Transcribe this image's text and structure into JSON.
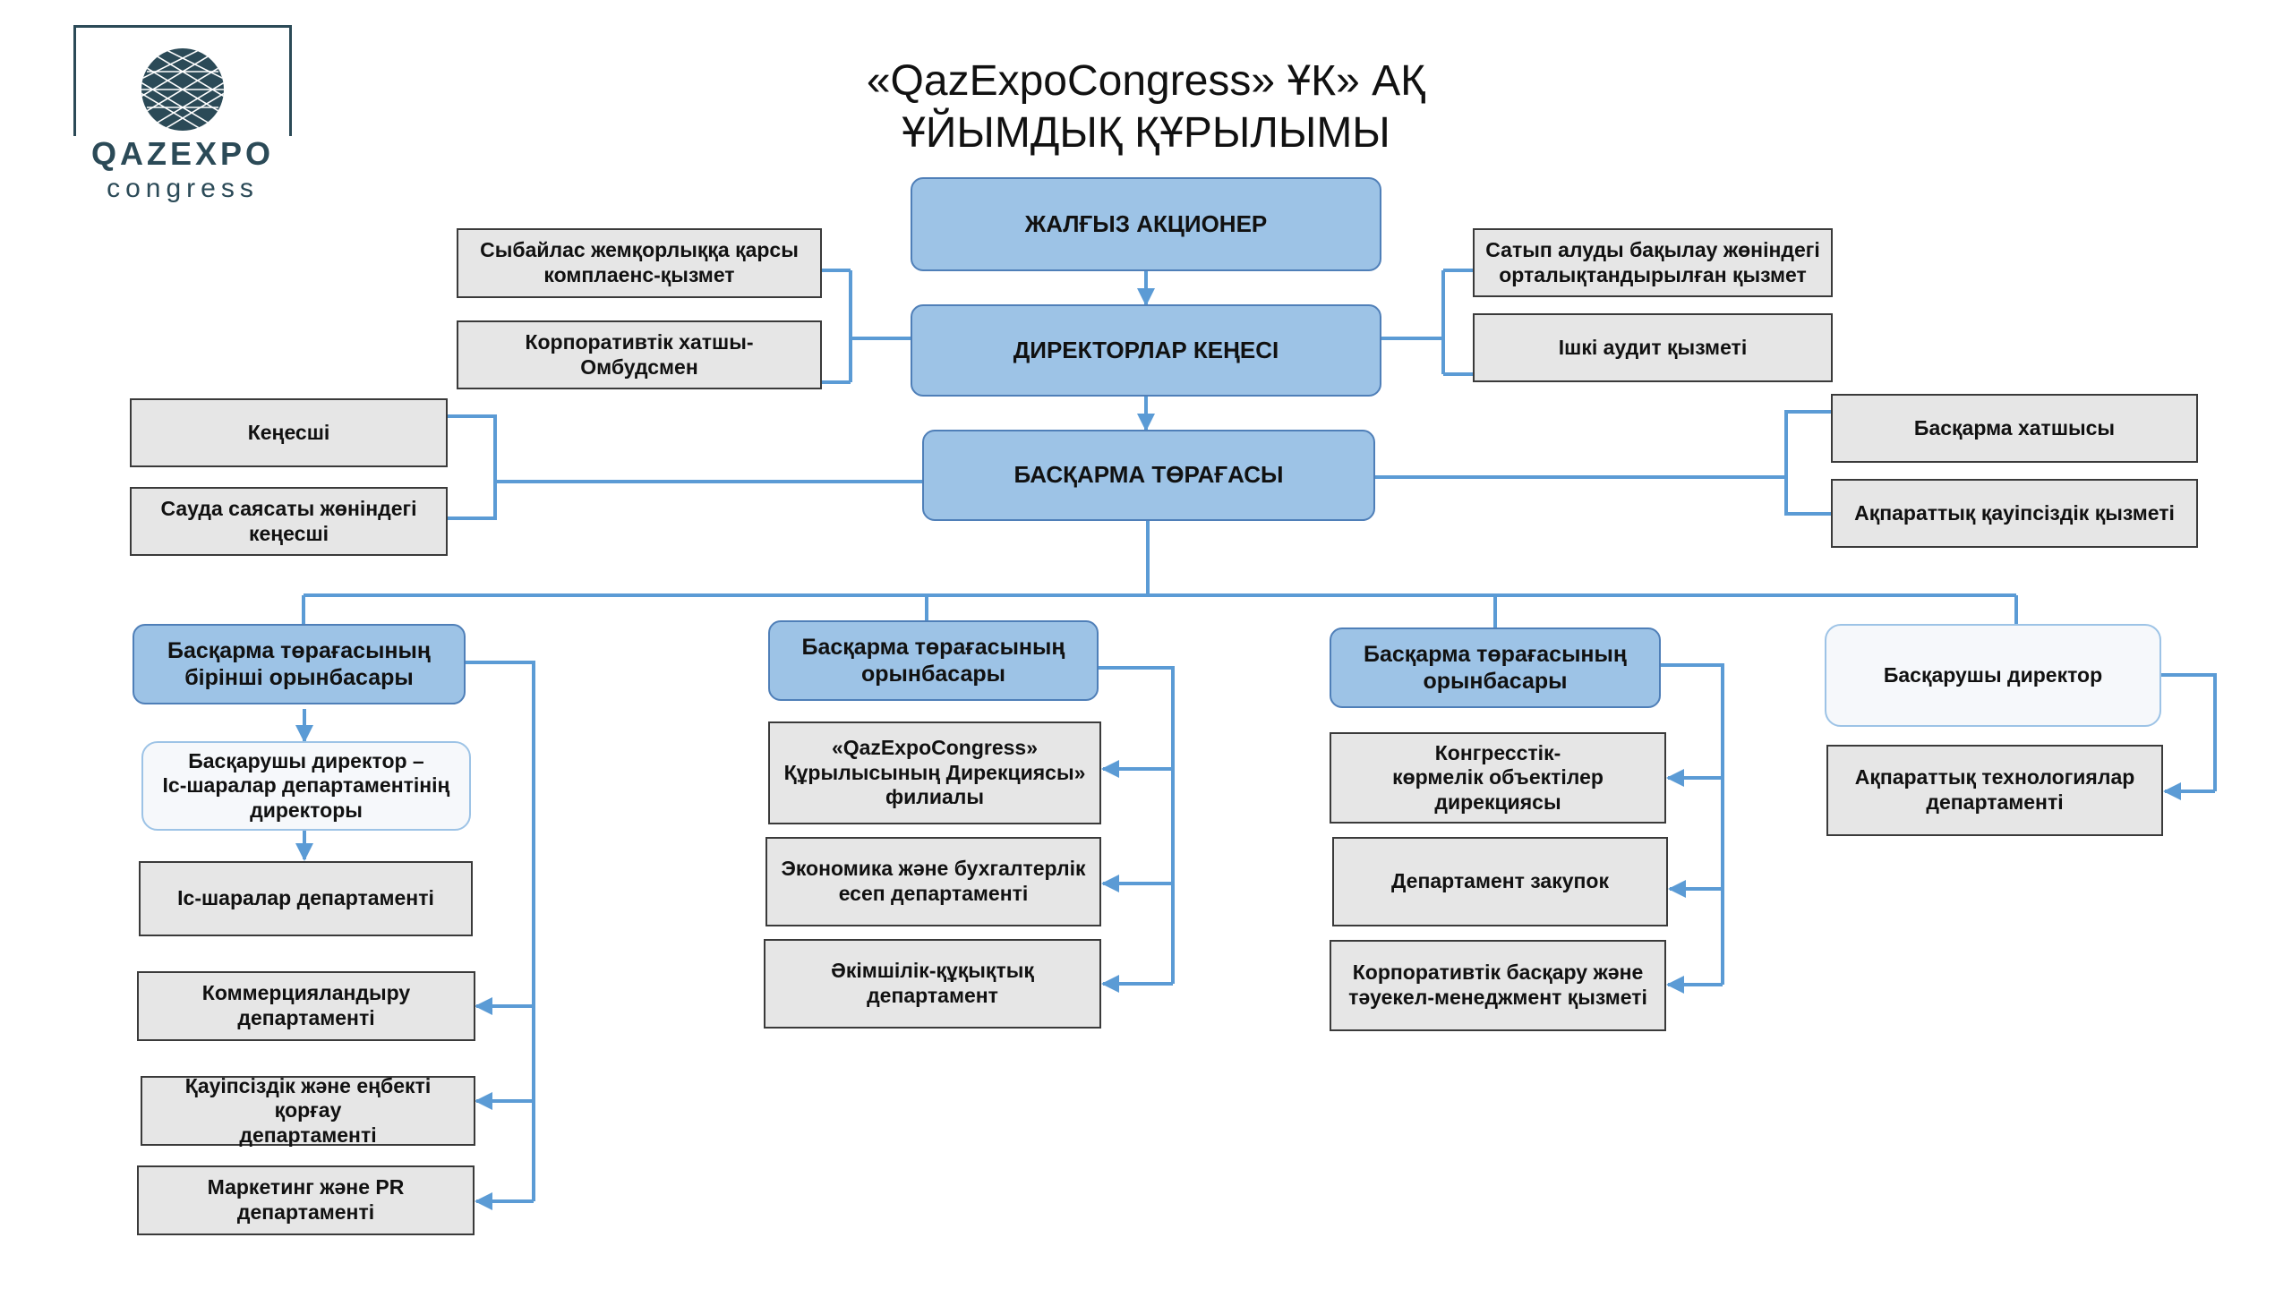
{
  "title": "«QazExpoCongress» ҰК» АҚ\nҰЙЫМДЫҚ ҚҰРЫЛЫМЫ",
  "logo": {
    "word": "QAZEXPO",
    "sub": "congress",
    "colors": {
      "brand": "#2b4a57"
    }
  },
  "colors": {
    "connector": "#5b9bd5",
    "blue_box": "#9dc3e6",
    "gray_box": "#e6e6e6"
  },
  "nodes": {
    "shareholder": "ЖАЛҒЫЗ АКЦИОНЕР",
    "board": "ДИРЕКТОРЛАР КЕҢЕСІ",
    "chairman": "БАСҚАРМА ТӨРАҒАСЫ",
    "compliance": "Сыбайлас жемқорлыққа қарсы\nкомплаенс-қызмет",
    "corp_secretary": "Корпоративтік хатшы- Омбудсмен",
    "procurement_control": "Сатып алуды бақылау жөніндегі\nорталықтандырылған қызмет",
    "internal_audit": "Ішкі аудит қызметі",
    "advisor": "Кеңесші",
    "trade_advisor": "Сауда саясаты жөніндегі\nкеңесші",
    "board_secretary": "Басқарма хатшысы",
    "info_security": "Ақпараттық қауіпсіздік қызметі",
    "first_deputy": "Басқарма төрағасының\nбірінші орынбасары",
    "deputy_1": "Басқарма төрағасының\nорынбасары",
    "deputy_2": "Басқарма төрағасының\nорынбасары",
    "managing_director": "Басқарушы директор",
    "md_events": "Басқарушы директор –\nІс-шаралар департаментінің\nдиректоры",
    "events_dept": "Іс-шаралар департаменті",
    "commerce_dept": "Коммерцияландыру\nдепартаменті",
    "safety_dept": "Қауіпсіздік және еңбекті қорғау\nдепартаменті",
    "marketing_dept": "Маркетинг және PR\nдепартаменті",
    "construction_dir": "«QazExpoCongress»\nҚұрылысының Дирекциясы»\nфилиалы",
    "economy_dept": "Экономика және бухгалтерлік\nесеп департаменті",
    "admin_legal_dept": "Әкімшілік-құқықтық\nдепартамент",
    "congress_dir": "Конгресстік-\nкөрмелік объектілер\nдирекциясы",
    "procurement_dept": "Департамент закупок",
    "risk_service": "Корпоративтік басқару және\nтәуекел-менеджмент қызметі",
    "it_dept": "Ақпараттық технологиялар\nдепартаменті"
  }
}
